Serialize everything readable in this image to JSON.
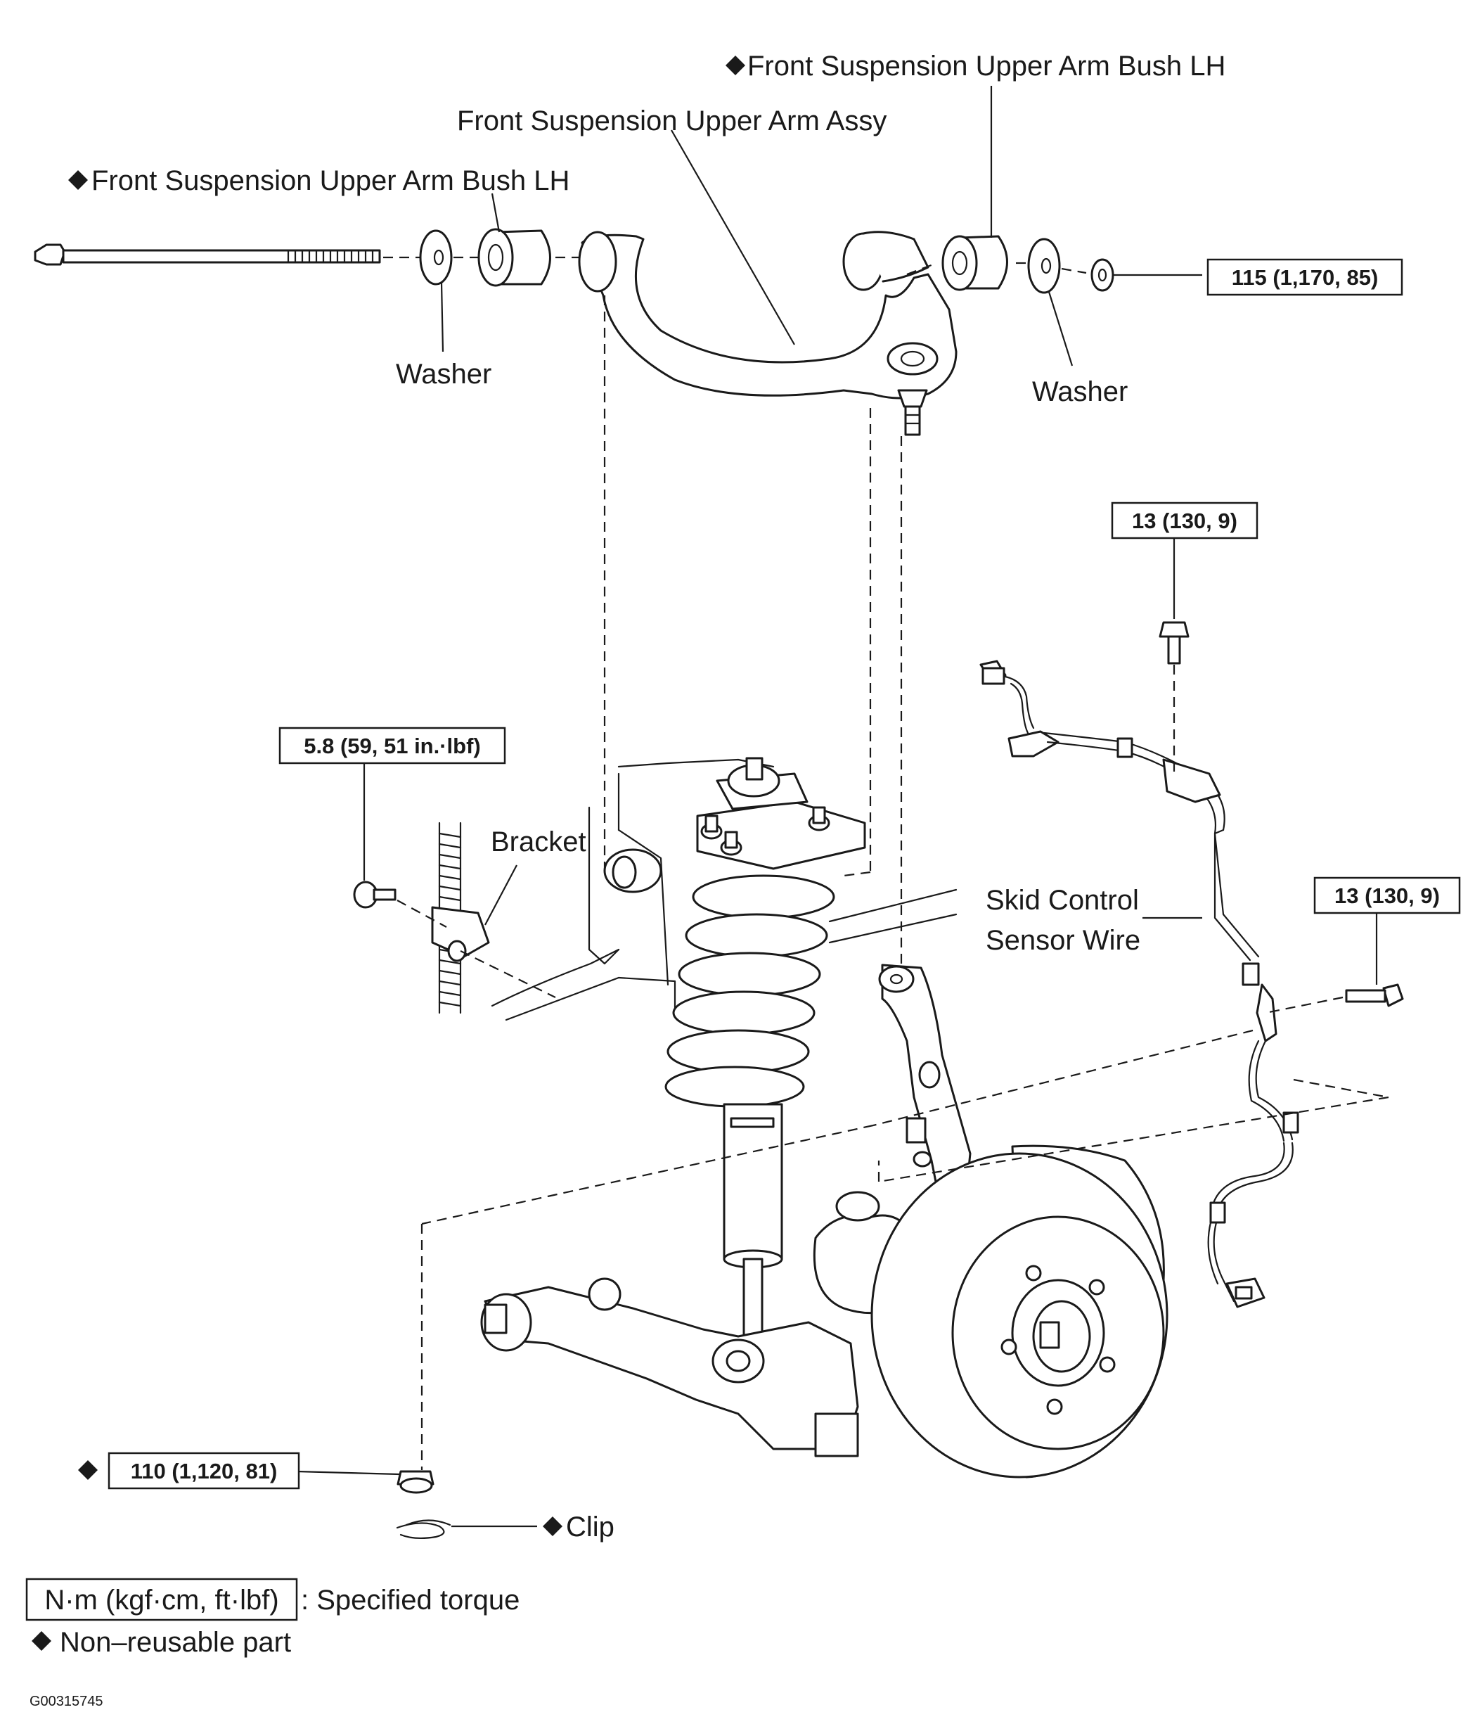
{
  "labels": {
    "bush_top": "Front Suspension Upper Arm Bush LH",
    "upper_arm": "Front Suspension Upper Arm Assy",
    "bush_left": "Front Suspension Upper Arm Bush LH",
    "washer_left": "Washer",
    "washer_right": "Washer",
    "bracket": "Bracket",
    "sensor_wire_line1": "Skid Control",
    "sensor_wire_line2": "Sensor Wire",
    "clip": "Clip"
  },
  "torques": {
    "upper_nut": "115 (1,170, 85)",
    "sensor_top_bolt": "13 (130, 9)",
    "sensor_side_bolt": "13 (130, 9)",
    "bracket_bolt": "5.8 (59, 51 in.·lbf)",
    "ball_joint_nut": "110 (1,120, 81)"
  },
  "legend": {
    "torque_unit": "N·m (kgf·cm, ft·lbf)",
    "torque_desc": ": Specified torque",
    "nonreusable": "Non–reusable part"
  },
  "figure_id": "G00315745"
}
